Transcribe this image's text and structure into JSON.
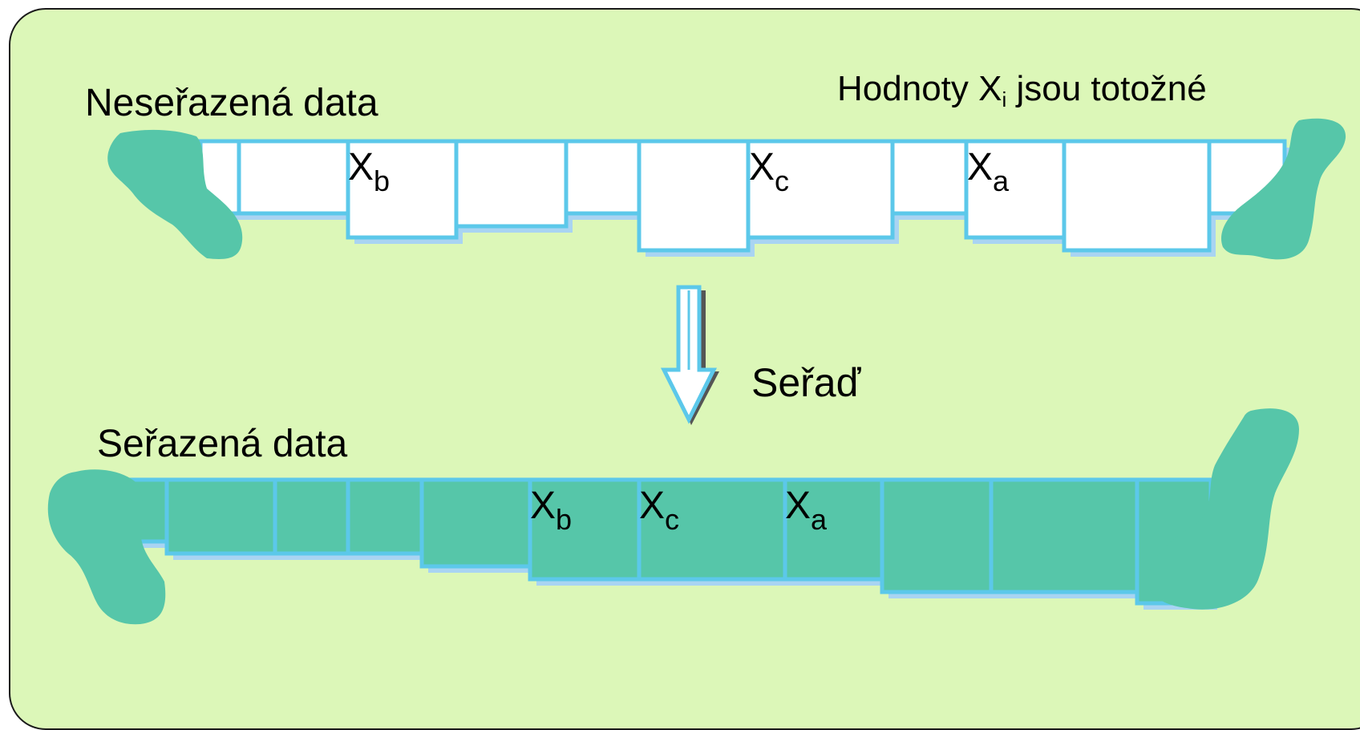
{
  "labels": {
    "unsorted_title": "Neseřazená data",
    "sorted_title": "Seřazená data",
    "note_prefix": "Hodnoty X",
    "note_sub": "i",
    "note_suffix": " jsou totožné",
    "action": "Seřaď"
  },
  "unsorted_marks": [
    {
      "base": "X",
      "sub": "b"
    },
    {
      "base": "X",
      "sub": "c"
    },
    {
      "base": "X",
      "sub": "a"
    }
  ],
  "sorted_marks": [
    {
      "base": "X",
      "sub": "b"
    },
    {
      "base": "X",
      "sub": "c"
    },
    {
      "base": "X",
      "sub": "a"
    }
  ],
  "colors": {
    "background": "#dcf7b8",
    "box_border": "#5cc8ea",
    "box_shadow": "#a9d4f2",
    "unsorted_fill": "#ffffff",
    "sorted_fill": "#56c6a9",
    "blob": "#56c6a9",
    "arrow_fill": "#ffffff",
    "arrow_border": "#5cc8ea",
    "arrow_shadow": "#555555"
  }
}
